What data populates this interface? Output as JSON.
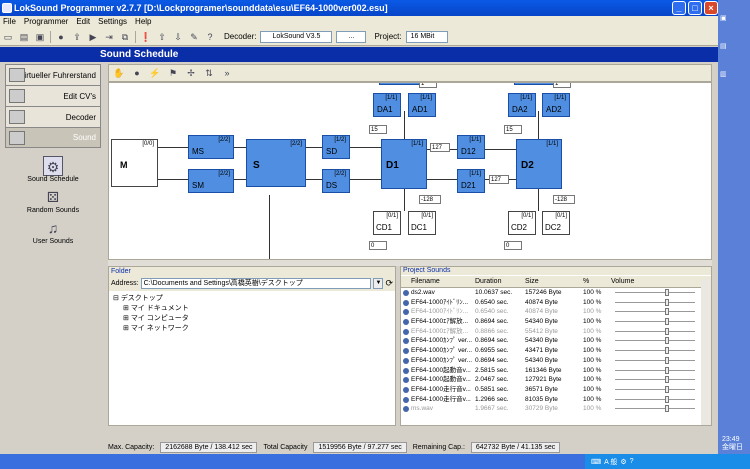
{
  "window": {
    "title": "LokSound Programmer  v2.7.7  [D:\\Lockprogramer\\sounddata\\esu\\EF64-1000ver002.esu]"
  },
  "menu": {
    "items": [
      "File",
      "Programmer",
      "Edit",
      "Settings",
      "Help"
    ]
  },
  "toolbar": {
    "decoder_label": "Decoder:",
    "decoder_value": "LokSound V3.5",
    "dots": "...",
    "project_label": "Project:",
    "project_value": "16 MBit"
  },
  "section": {
    "title": "Sound Schedule"
  },
  "nav": {
    "items": [
      "Virtueller Fuhrerstand",
      "Edit CV's",
      "Decoder",
      "Sound"
    ]
  },
  "subnav": {
    "items": [
      "Sound Schedule",
      "Random Sounds",
      "User Sounds"
    ]
  },
  "diagram": {
    "main_block": {
      "label": "M",
      "tag": "[0/0]"
    },
    "blocks": [
      {
        "label": "MS",
        "tag": "[2/2]"
      },
      {
        "label": "SM",
        "tag": "[2/2]"
      },
      {
        "label": "S",
        "tag": "[2/2]"
      },
      {
        "label": "SD",
        "tag": "[1/2]"
      },
      {
        "label": "DS",
        "tag": "[2/2]"
      },
      {
        "label": "D1",
        "tag": "[1/1]"
      },
      {
        "label": "D12",
        "tag": "[1/1]"
      },
      {
        "label": "D21",
        "tag": "[1/1]"
      },
      {
        "label": "D2",
        "tag": "[1/1]"
      },
      {
        "label": "DA1",
        "tag": "[1/1]"
      },
      {
        "label": "AD1",
        "tag": "[1/1]"
      },
      {
        "label": "DA2",
        "tag": "[1/1]"
      },
      {
        "label": "AD2",
        "tag": "[1/1]"
      }
    ],
    "white_blocks": [
      {
        "label": "CD1",
        "tag": "[0/1]"
      },
      {
        "label": "DC1",
        "tag": "[0/1]"
      },
      {
        "label": "CD2",
        "tag": "[0/1]"
      },
      {
        "label": "DC2",
        "tag": "[0/1]"
      }
    ],
    "values": [
      "1",
      "15",
      "1",
      "15",
      "127",
      "127",
      "-128",
      "-128",
      "0",
      "0"
    ]
  },
  "folder": {
    "title": "Folder",
    "address_label": "Address:",
    "address_value": "C:\\Documents and Settings\\高橋英樹\\デスクトップ",
    "tree": [
      "デスクトップ",
      "マイ ドキュメント",
      "マイ コンピュータ",
      "マイ ネットワーク"
    ]
  },
  "sounds": {
    "title": "Project Sounds",
    "headers": [
      "Filename",
      "Duration",
      "Size",
      "%",
      "Volume"
    ],
    "rows": [
      {
        "name": "ds2.wav",
        "duration": "10.0637 sec.",
        "size": "157246 Byte",
        "pct": "100 %",
        "vol": 0.63,
        "dim": false
      },
      {
        "name": "EF64-1000ｱｲﾄﾞﾘﾝ...",
        "duration": "0.6540 sec.",
        "size": "40874 Byte",
        "pct": "100 %",
        "vol": 0.63,
        "dim": false
      },
      {
        "name": "EF64-1000ｱｲﾄﾞﾘﾝ...",
        "duration": "0.6540 sec.",
        "size": "40874 Byte",
        "pct": "100 %",
        "vol": 0.63,
        "dim": true
      },
      {
        "name": "EF64-1000ｴｱ解放...",
        "duration": "0.8694 sec.",
        "size": "54340 Byte",
        "pct": "100 %",
        "vol": 0.63,
        "dim": false
      },
      {
        "name": "EF64-1000ｴｱ解放...",
        "duration": "0.8866 sec.",
        "size": "55412 Byte",
        "pct": "100 %",
        "vol": 0.63,
        "dim": true
      },
      {
        "name": "EF64-1000ｶﾝﾌﾟ ver...",
        "duration": "0.8694 sec.",
        "size": "54340 Byte",
        "pct": "100 %",
        "vol": 0.63,
        "dim": false
      },
      {
        "name": "EF64-1000ｶﾝﾌﾟ ver...",
        "duration": "0.6955 sec.",
        "size": "43471 Byte",
        "pct": "100 %",
        "vol": 0.63,
        "dim": false
      },
      {
        "name": "EF64-1000ｶﾝﾌﾟ ver...",
        "duration": "0.8694 sec.",
        "size": "54340 Byte",
        "pct": "100 %",
        "vol": 0.63,
        "dim": false
      },
      {
        "name": "EF64-1000起動音v...",
        "duration": "2.5815 sec.",
        "size": "161346 Byte",
        "pct": "100 %",
        "vol": 0.63,
        "dim": false
      },
      {
        "name": "EF64-1000起動音v...",
        "duration": "2.0467 sec.",
        "size": "127921 Byte",
        "pct": "100 %",
        "vol": 0.63,
        "dim": false
      },
      {
        "name": "EF64-1000走行音v...",
        "duration": "0.5851 sec.",
        "size": "36571 Byte",
        "pct": "100 %",
        "vol": 0.63,
        "dim": false
      },
      {
        "name": "EF64-1000走行音v...",
        "duration": "1.2966 sec.",
        "size": "81035 Byte",
        "pct": "100 %",
        "vol": 0.63,
        "dim": false
      },
      {
        "name": "ms.wav",
        "duration": "1.9667 sec.",
        "size": "30729 Byte",
        "pct": "100 %",
        "vol": 0.63,
        "dim": true
      }
    ]
  },
  "status": {
    "max_capacity_label": "Max. Capacity:",
    "max_capacity_value": "2162688 Byte / 138.412 sec",
    "total_capacity_label": "Total Capacity",
    "total_capacity_value": "1519956 Byte / 97.277 sec",
    "remaining_label": "Remaining Cap.:",
    "remaining_value": "642732 Byte / 41.135 sec"
  },
  "taskbar": {
    "clock": "23:49",
    "day": "金曜日",
    "ime": "A 般"
  }
}
